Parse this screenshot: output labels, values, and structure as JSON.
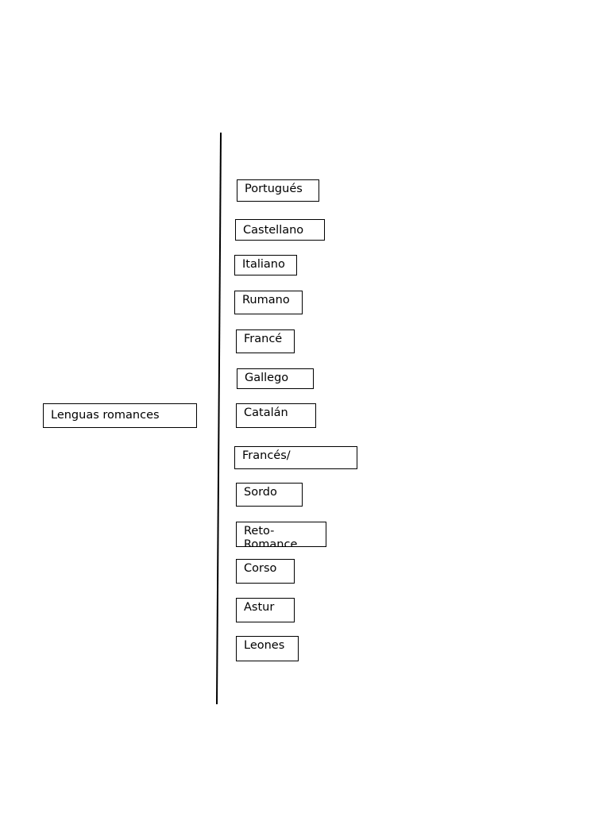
{
  "diagram": {
    "root": {
      "label": "Lenguas romances"
    },
    "items": [
      {
        "label": "Portugués"
      },
      {
        "label": "Castellano"
      },
      {
        "label": "Italiano"
      },
      {
        "label": "Rumano"
      },
      {
        "label": "Francé"
      },
      {
        "label": "Gallego"
      },
      {
        "label": "Catalán"
      },
      {
        "label": "Francés/"
      },
      {
        "label": "Sordo"
      },
      {
        "label": "Reto-Romance"
      },
      {
        "label": "Corso"
      },
      {
        "label": "Astur"
      },
      {
        "label": "Leones"
      }
    ]
  },
  "colors": {
    "line": "#000000",
    "box_border": "#000000",
    "background": "#ffffff"
  }
}
